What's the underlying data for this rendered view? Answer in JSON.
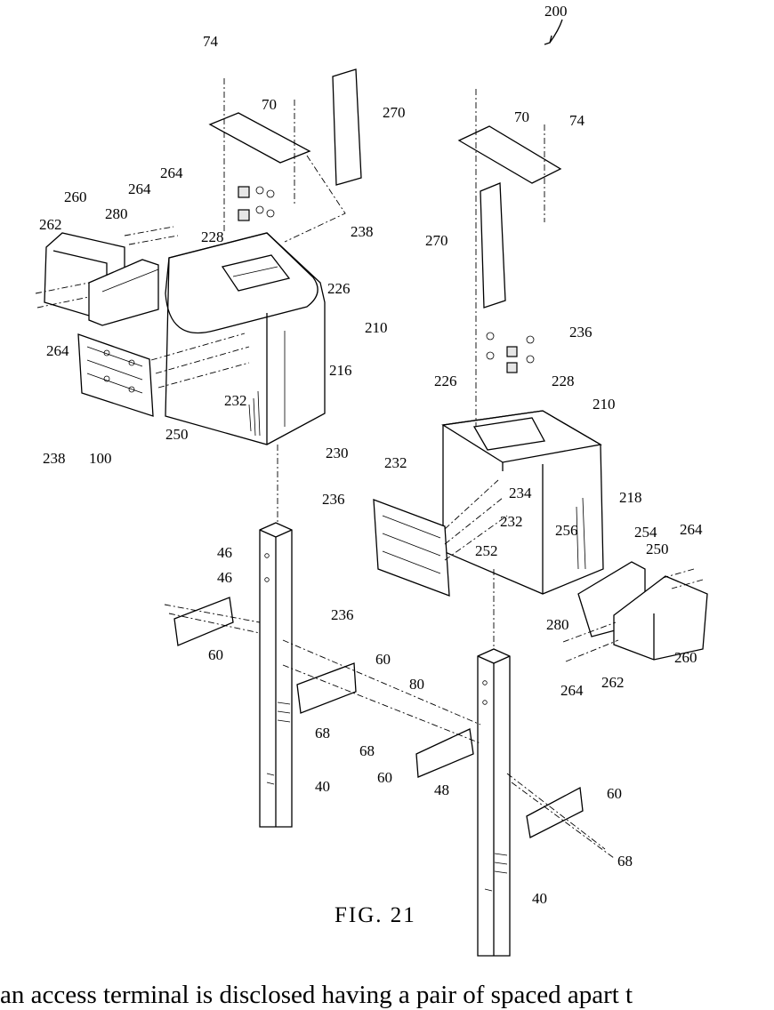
{
  "figure": {
    "caption": "FIG. 21",
    "assembly_ref": "200"
  },
  "labels": [
    {
      "id": "l74a",
      "text": "74"
    },
    {
      "id": "l70a",
      "text": "70"
    },
    {
      "id": "l270a",
      "text": "270"
    },
    {
      "id": "l264a",
      "text": "264"
    },
    {
      "id": "l264b",
      "text": "264"
    },
    {
      "id": "l260a",
      "text": "260"
    },
    {
      "id": "l262a",
      "text": "262"
    },
    {
      "id": "l280a",
      "text": "280"
    },
    {
      "id": "l228a",
      "text": "228"
    },
    {
      "id": "l238a",
      "text": "238"
    },
    {
      "id": "l226a",
      "text": "226"
    },
    {
      "id": "l210a",
      "text": "210"
    },
    {
      "id": "l264c",
      "text": "264"
    },
    {
      "id": "l216",
      "text": "216"
    },
    {
      "id": "l232a",
      "text": "232"
    },
    {
      "id": "l250a",
      "text": "250"
    },
    {
      "id": "l238b",
      "text": "238"
    },
    {
      "id": "l100",
      "text": "100"
    },
    {
      "id": "l230",
      "text": "230"
    },
    {
      "id": "l70b",
      "text": "70"
    },
    {
      "id": "l74b",
      "text": "74"
    },
    {
      "id": "l270b",
      "text": "270"
    },
    {
      "id": "l236a",
      "text": "236"
    },
    {
      "id": "l226b",
      "text": "226"
    },
    {
      "id": "l228b",
      "text": "228"
    },
    {
      "id": "l210b",
      "text": "210"
    },
    {
      "id": "l232b",
      "text": "232"
    },
    {
      "id": "l234",
      "text": "234"
    },
    {
      "id": "l232c",
      "text": "232"
    },
    {
      "id": "l218",
      "text": "218"
    },
    {
      "id": "l236b",
      "text": "236"
    },
    {
      "id": "l256",
      "text": "256"
    },
    {
      "id": "l254",
      "text": "254"
    },
    {
      "id": "l264d",
      "text": "264"
    },
    {
      "id": "l250b",
      "text": "250"
    },
    {
      "id": "l252",
      "text": "252"
    },
    {
      "id": "l46a",
      "text": "46"
    },
    {
      "id": "l46b",
      "text": "46"
    },
    {
      "id": "l236c",
      "text": "236"
    },
    {
      "id": "l280b",
      "text": "280"
    },
    {
      "id": "l260b",
      "text": "260"
    },
    {
      "id": "l60a",
      "text": "60"
    },
    {
      "id": "l60b",
      "text": "60"
    },
    {
      "id": "l80",
      "text": "80"
    },
    {
      "id": "l262b",
      "text": "262"
    },
    {
      "id": "l264e",
      "text": "264"
    },
    {
      "id": "l68a",
      "text": "68"
    },
    {
      "id": "l68b",
      "text": "68"
    },
    {
      "id": "l60c",
      "text": "60"
    },
    {
      "id": "l40a",
      "text": "40"
    },
    {
      "id": "l48",
      "text": "48"
    },
    {
      "id": "l60d",
      "text": "60"
    },
    {
      "id": "l68c",
      "text": "68"
    },
    {
      "id": "l40b",
      "text": "40"
    }
  ],
  "abstract_text": "ian access terminal is disclosed having a pair of spaced apart t"
}
